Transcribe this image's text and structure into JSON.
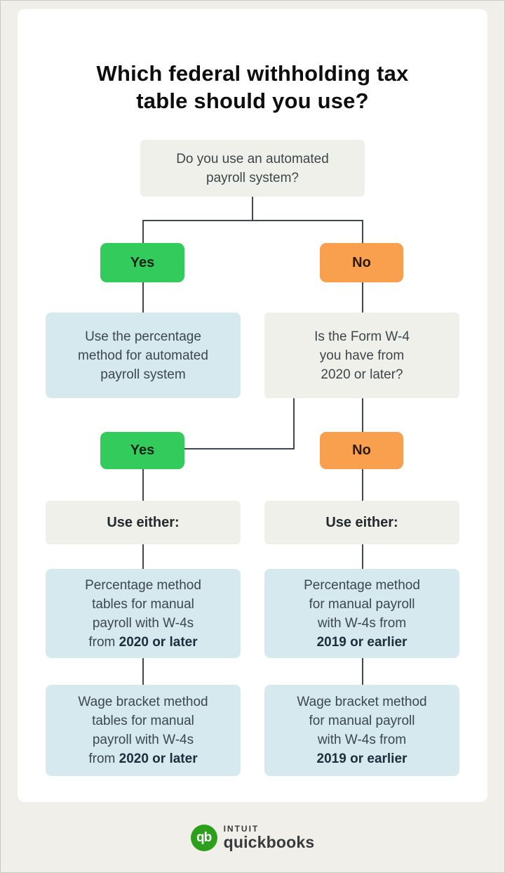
{
  "title": {
    "lines": [
      "Which federal withholding tax",
      "table should you use?"
    ]
  },
  "flow": {
    "question1": {
      "lines": [
        "Do you use an automated",
        "payroll system?"
      ]
    },
    "branch1": {
      "yes_label": "Yes",
      "no_label": "No"
    },
    "automated_result": {
      "lines": [
        "Use the percentage",
        "method for automated",
        "payroll system"
      ]
    },
    "question2": {
      "lines": [
        "Is the Form W-4",
        "you have from",
        "2020 or later?"
      ]
    },
    "branch2": {
      "yes_label": "Yes",
      "no_label": "No"
    },
    "use_either_left": "Use either:",
    "use_either_right": "Use either:",
    "percentage_2020": {
      "text_lines": [
        "Percentage method",
        "tables for manual",
        "payroll with W-4s",
        "from"
      ],
      "bold": "2020 or later"
    },
    "percentage_2019": {
      "text_lines": [
        "Percentage method",
        "for manual payroll",
        "with W-4s from"
      ],
      "bold": "2019 or earlier"
    },
    "wage_2020": {
      "text_lines": [
        "Wage bracket method",
        "tables for manual",
        "payroll with W-4s",
        "from"
      ],
      "bold": "2020 or later"
    },
    "wage_2019": {
      "text_lines": [
        "Wage bracket method",
        "for manual payroll",
        "with W-4s from"
      ],
      "bold": "2019 or earlier"
    }
  },
  "logo": {
    "monogram": "qb",
    "brand_top": "INTUIT",
    "brand_bottom": "quickbooks"
  },
  "colors": {
    "page_background": "#f0efe9",
    "card_background": "#ffffff",
    "question_box": "#f0f0ea",
    "result_box_blue": "#d6e9ef",
    "yes_green": "#33cb5b",
    "no_orange": "#f8a04d",
    "connector_line": "#3d4756",
    "quickbooks_green": "#2ca01c",
    "text_dark": "#3c474e"
  }
}
